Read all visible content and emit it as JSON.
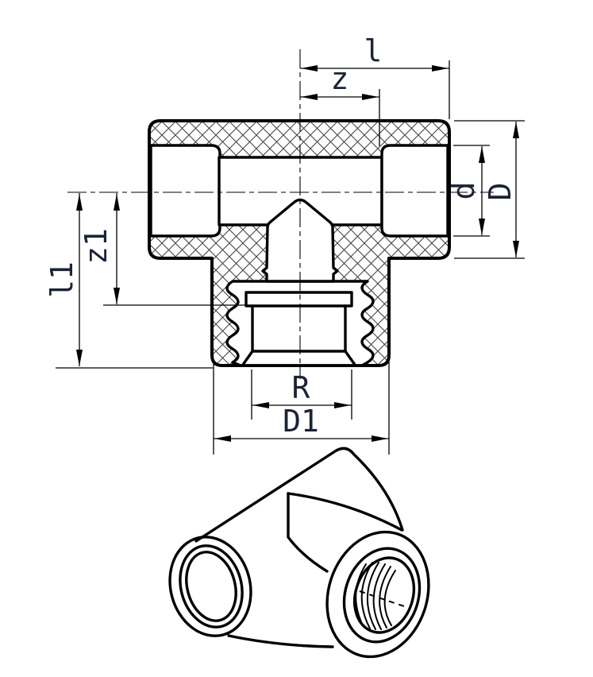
{
  "labels": {
    "l": "l",
    "z": "z",
    "d": "d",
    "D": "D",
    "z1": "z1",
    "l1": "l1",
    "R": "R",
    "D1": "D1"
  },
  "colors": {
    "background": "#ffffff",
    "line": "#000000",
    "hatch": "#3d3d3d",
    "label_text": "#1b2334"
  }
}
